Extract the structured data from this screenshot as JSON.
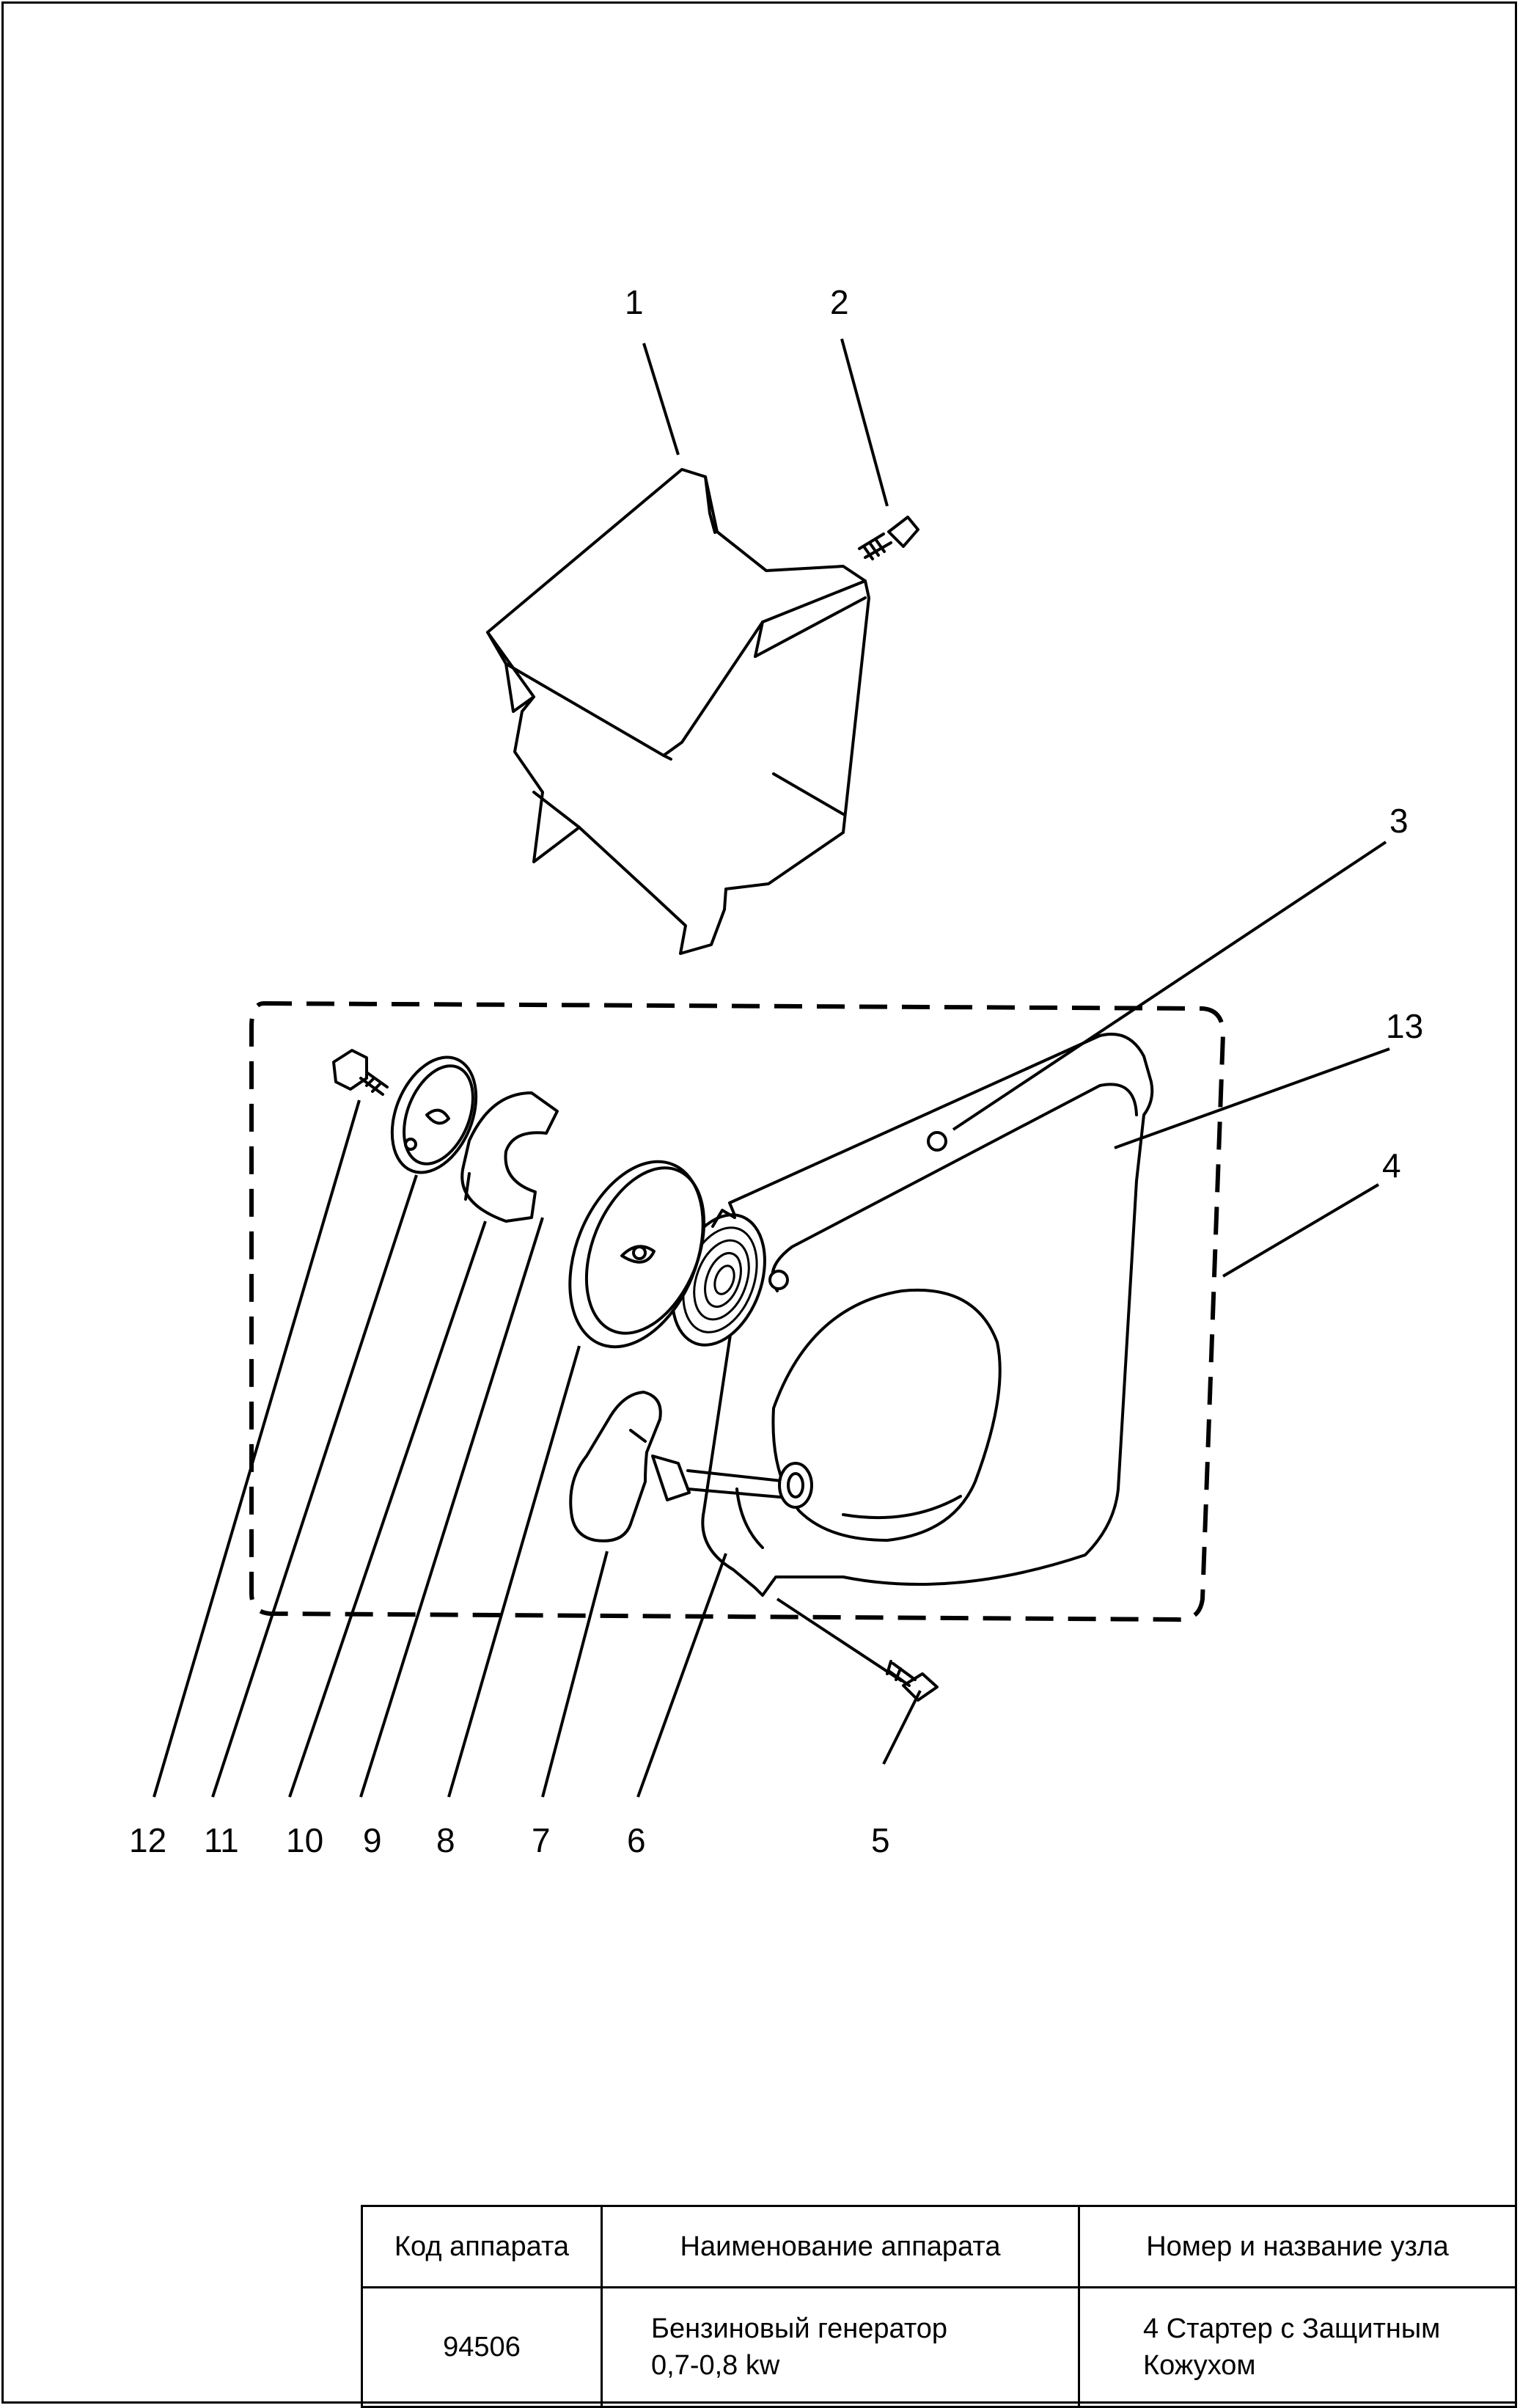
{
  "callouts": {
    "c1": "1",
    "c2": "2",
    "c3": "3",
    "c4": "4",
    "c5": "5",
    "c6": "6",
    "c7": "7",
    "c8": "8",
    "c9": "9",
    "c10": "10",
    "c11": "11",
    "c12": "12",
    "c13": "13"
  },
  "title_block": {
    "headers": {
      "code": "Код аппарата",
      "name": "Наименование аппарата",
      "assembly": "Номер и название узла"
    },
    "values": {
      "code": "94506",
      "name_line1": "Бензиновый генератор",
      "name_line2": "0,7-0,8 kw",
      "assembly_line1": "4 Стартер с Защитным",
      "assembly_line2": "Кожухом"
    }
  }
}
